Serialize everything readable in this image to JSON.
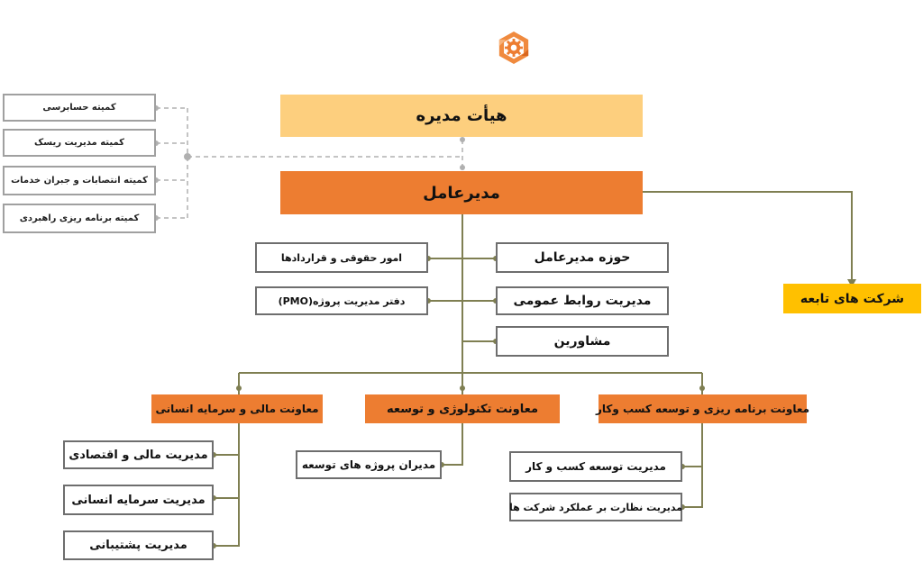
{
  "colors": {
    "board": "#fdcf7e",
    "ceo": "#ed7d31",
    "subsidiaries": "#ffc000",
    "line": "#7f7f52",
    "dashed_line": "#b0b0b0"
  },
  "logo": {
    "icon": "hexagon-gear-logo-icon"
  },
  "board": {
    "label": "هیأت مدیره"
  },
  "ceo": {
    "label": "مدیرعامل"
  },
  "committees": [
    {
      "label": "کمیته حسابرسی"
    },
    {
      "label": "کمیته مدیریت ریسک"
    },
    {
      "label": "کمیته انتصابات و جبران خدمات"
    },
    {
      "label": "کمیته برنامه ریزی راهبردی"
    }
  ],
  "subsidiaries": {
    "label": "شرکت های تابعه"
  },
  "ceo_units_right": [
    {
      "label": "حوزه مدیرعامل"
    },
    {
      "label": "مدیریت روابط عمومی"
    },
    {
      "label": "مشاورین"
    }
  ],
  "ceo_units_left": [
    {
      "label": "امور حقوقی و قراردادها"
    },
    {
      "label": "دفتر مدیریت پروژه(PMO)"
    }
  ],
  "deputies": [
    {
      "label": "معاونت برنامه ریزی و توسعه کسب وکار",
      "units": [
        {
          "label": "مدیریت توسعه کسب و کار"
        },
        {
          "label": "مدیریت نظارت بر عملکرد شرکت ها"
        }
      ]
    },
    {
      "label": "معاونت تکنولوژی و توسعه",
      "units": [
        {
          "label": "مدیران پروژه های توسعه"
        }
      ]
    },
    {
      "label": "معاونت مالی و سرمایه انسانی",
      "units": [
        {
          "label": "مدیریت مالی و اقتصادی"
        },
        {
          "label": "مدیریت سرمایه انسانی"
        },
        {
          "label": "مدیریت پشتیبانی"
        }
      ]
    }
  ]
}
